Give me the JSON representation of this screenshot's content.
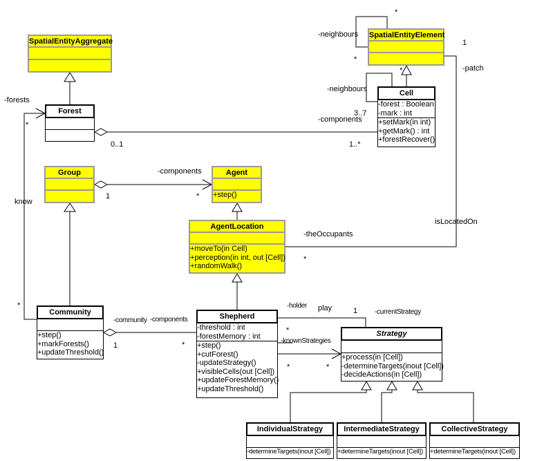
{
  "diagram": {
    "type": "UML class diagram",
    "classes": {
      "spatial_entity_aggregate": {
        "name": "SpatialEntityAggregate",
        "attributes": [],
        "operations": []
      },
      "spatial_entity_element": {
        "name": "SpatialEntityElement",
        "attributes": [],
        "operations": []
      },
      "cell": {
        "name": "Cell",
        "attributes": [
          "-forest : Boolean",
          "-mark : int"
        ],
        "operations": [
          "+setMark(in int)",
          "+getMark() : int",
          "+forestRecover()"
        ]
      },
      "forest": {
        "name": "Forest",
        "attributes": [],
        "operations": []
      },
      "group": {
        "name": "Group",
        "attributes": [],
        "operations": []
      },
      "agent": {
        "name": "Agent",
        "attributes": [],
        "operations": [
          "+step()"
        ]
      },
      "agent_location": {
        "name": "AgentLocation",
        "attributes": [],
        "operations": [
          "+moveTo(in Cell)",
          "+perception(in int, out [Cell])",
          "+randomWalk()"
        ]
      },
      "community": {
        "name": "Community",
        "attributes": [],
        "operations": [
          "+step()",
          "+markForests()",
          "+updateThreshold()"
        ]
      },
      "shepherd": {
        "name": "Shepherd",
        "attributes": [
          "-threshold : int",
          "-forestMemory : int"
        ],
        "operations": [
          "+step()",
          "+cutForest()",
          "-updateStrategy()",
          "+visibleCells(out [Cell])",
          "+updateForestMemory()",
          "+updateThreshold()"
        ]
      },
      "strategy": {
        "name": "Strategy",
        "attributes": [],
        "operations": [
          "+process(in [Cell])",
          "-determineTargets(inout [Cell])",
          "-decideActions(in [Cell])"
        ]
      },
      "individual_strategy": {
        "name": "IndividualStrategy",
        "attributes": [],
        "operations": [
          "-determineTargets(inout  [Cell])"
        ]
      },
      "intermediate_strategy": {
        "name": "IntermediateStrategy",
        "attributes": [],
        "operations": [
          "+determineTargets(inout  [Cell])"
        ]
      },
      "collective_strategy": {
        "name": "CollectiveStrategy",
        "attributes": [],
        "operations": [
          "+determineTargets(inout  [Cell])"
        ]
      }
    },
    "labels": {
      "see_neighbours_role": "-neighbours",
      "see_neighbours_mult_top": "*",
      "see_neighbours_mult_left": "*",
      "cell_neighbours_role": "-neighbours",
      "cell_neighbours_mult": "*",
      "cell_mult_3_7": "3..7",
      "forest_components_role": "-components",
      "forest_components_mult": "1..*",
      "forest_agg_mult": "0..1",
      "patch_mult": "1",
      "patch_role": "-patch",
      "forests_role": "-forests",
      "forests_mult": "*",
      "know": "know",
      "group_components_role": "-components",
      "group_mult": "1",
      "agent_mult": "*",
      "is_located_on": "isLocatedOn",
      "the_occupants_role": "-theOccupants",
      "the_occupants_mult": "*",
      "community_know_mult": "*",
      "community_role": "-community",
      "shepherd_components_role": "-components",
      "community_agg_mult": "1",
      "shepherd_mult": "*",
      "holder_role": "-holder",
      "play": "play",
      "current_strategy_mult": "1",
      "current_strategy_role": "-currentStrategy",
      "holder_mult": "*",
      "known_strategies_role": "-knownStrategies",
      "known_left_mult": "*",
      "known_right_mult": "*"
    }
  }
}
